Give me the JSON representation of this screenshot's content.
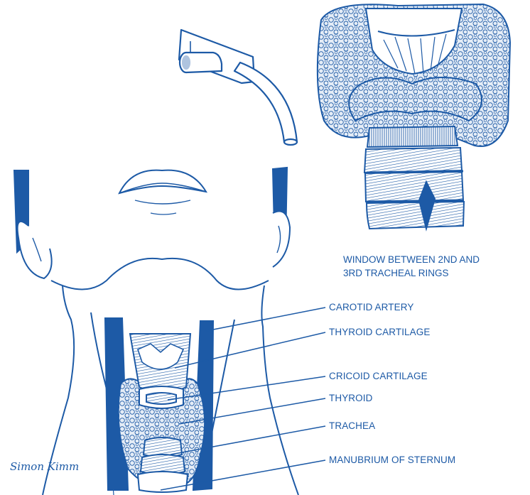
{
  "colors": {
    "ink": "#1d5aa6",
    "ink_dark": "#16498c",
    "tissue_fill": "#e4ecf6",
    "background": "#ffffff"
  },
  "inset_caption": {
    "line1": "WINDOW BETWEEN 2ND AND",
    "line2": "3RD TRACHEAL RINGS"
  },
  "labels": [
    {
      "id": "carotid",
      "text": "CAROTID ARTERY"
    },
    {
      "id": "thyroid-cartilage",
      "text": "THYROID CARTILAGE"
    },
    {
      "id": "cricoid",
      "text": "CRICOID CARTILAGE"
    },
    {
      "id": "thyroid",
      "text": "THYROID"
    },
    {
      "id": "trachea",
      "text": "TRACHEA"
    },
    {
      "id": "manubrium",
      "text": "MANUBRIUM OF STERNUM"
    }
  ],
  "signature": "Simon Kimm",
  "icons": {
    "tube": "tracheostomy-tube-icon",
    "inset": "tracheal-window-inset",
    "neck": "neck-anatomy-illustration"
  }
}
